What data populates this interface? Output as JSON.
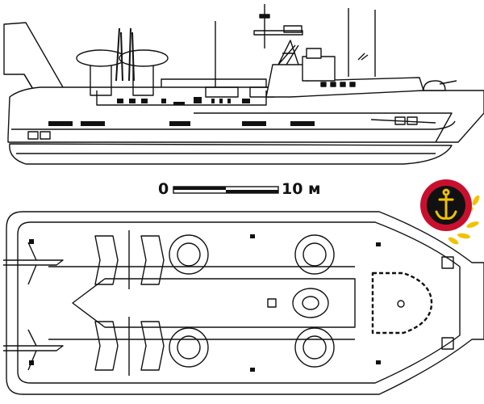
{
  "scale": {
    "start_label": "0",
    "end_label": "10 м"
  },
  "emblem": {
    "icon": "naval-anchor-emblem",
    "colors": {
      "outer": "#c8102e",
      "inner": "#111111",
      "anchor": "#f2c200",
      "laurel": "#f2c200"
    }
  },
  "views": [
    "side-elevation",
    "top-plan"
  ]
}
